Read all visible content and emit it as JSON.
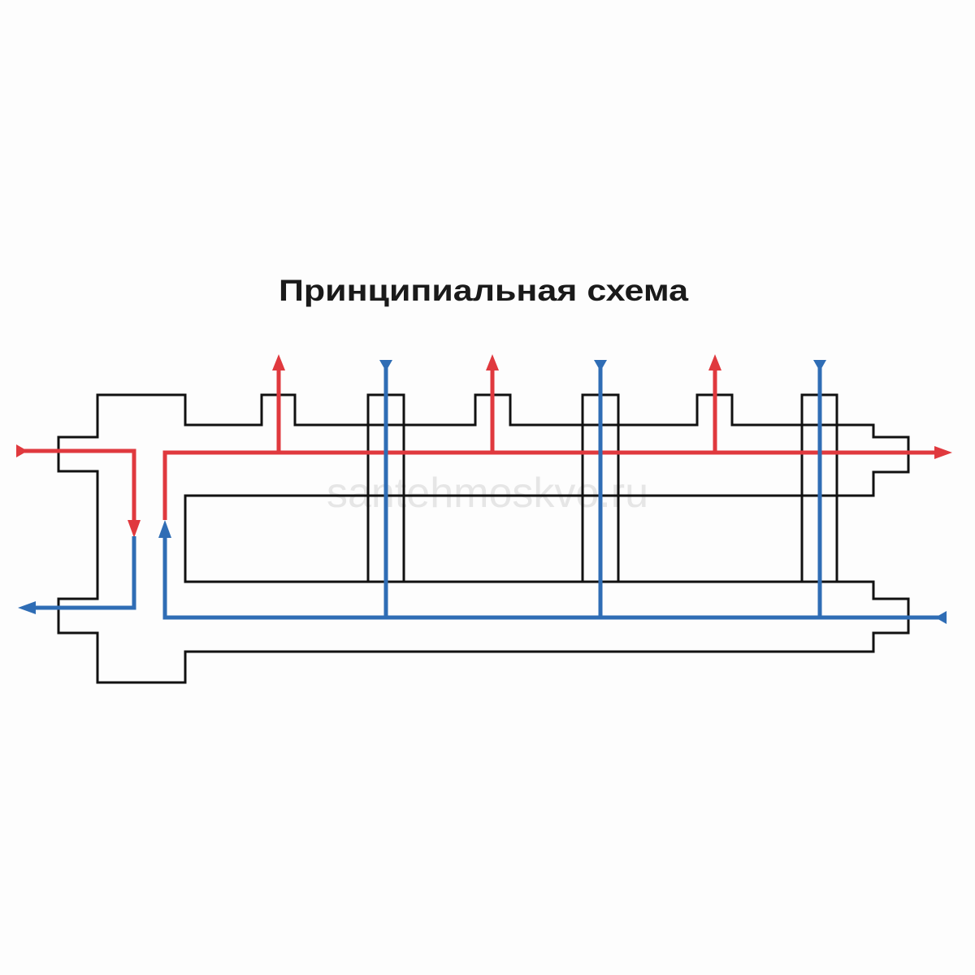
{
  "title": "Принципиальная схема",
  "watermark": "santehmoskvo.ru",
  "colors": {
    "supply": "#e0393e",
    "return": "#2f6db5",
    "body": "#111111"
  },
  "circuits": {
    "supply_outlets": 3,
    "return_inlets": 3
  }
}
